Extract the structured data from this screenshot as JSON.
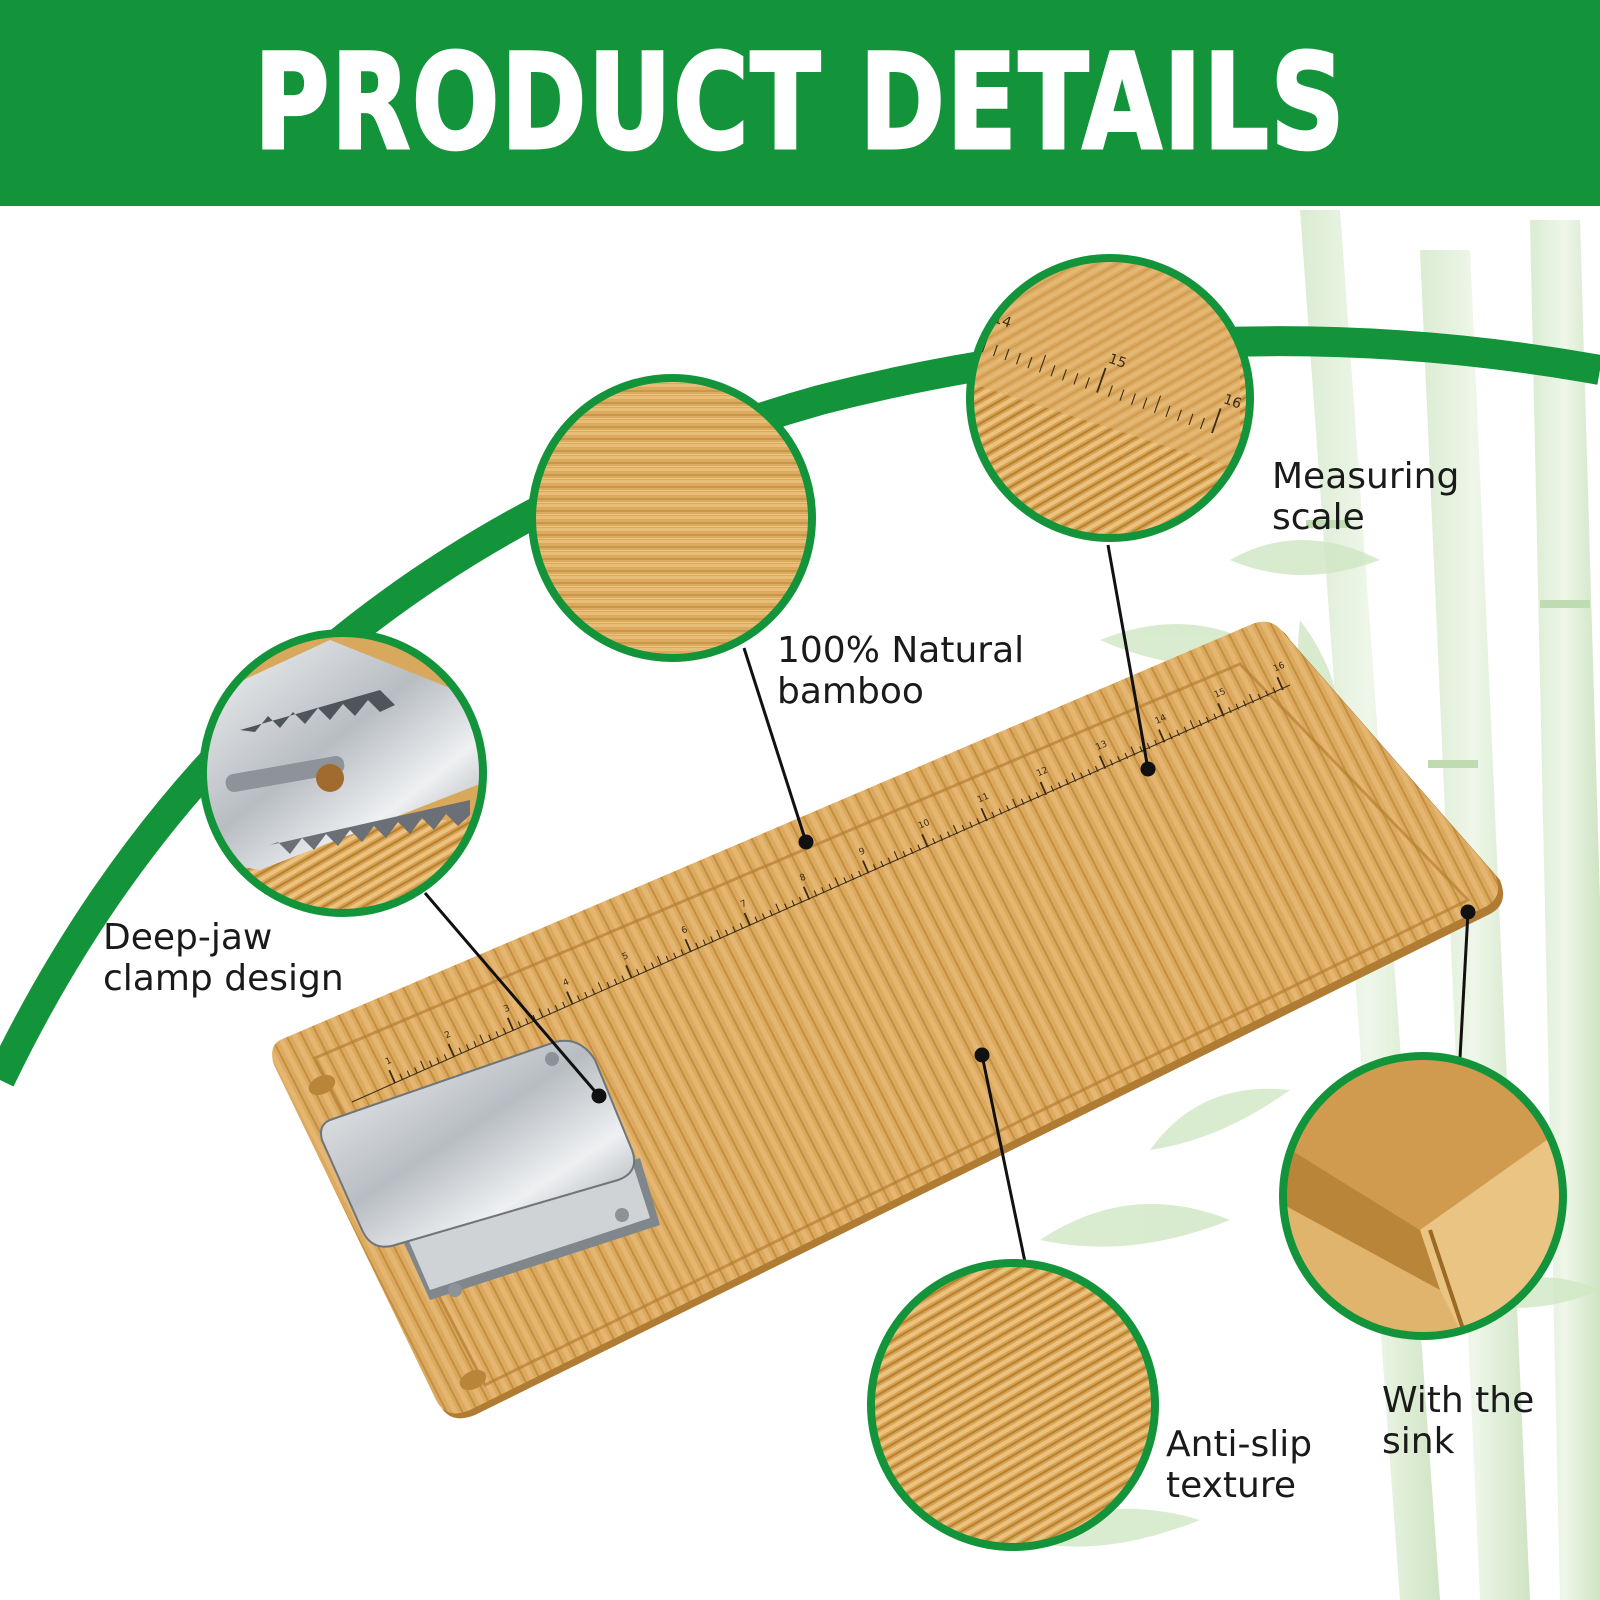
{
  "header": {
    "title": "PRODUCT DETAILS"
  },
  "features": [
    {
      "lines": [
        "100% Natural",
        "bamboo"
      ]
    },
    {
      "lines": [
        "Measuring",
        "scale"
      ]
    },
    {
      "lines": [
        "Deep-jaw",
        "clamp design"
      ]
    },
    {
      "lines": [
        "Anti-slip",
        "texture"
      ]
    },
    {
      "lines": [
        "With the",
        "sink"
      ]
    }
  ],
  "ruler": {
    "board_ticks": [
      "1",
      "2",
      "3",
      "4",
      "5",
      "6",
      "7",
      "8",
      "9",
      "10",
      "11",
      "12",
      "13",
      "14",
      "15",
      "16"
    ],
    "zoom_ticks": [
      "14",
      "15",
      "16"
    ]
  },
  "colors": {
    "brand_green": "#14943a",
    "bamboo": "#d9a75b",
    "bamboo_dark": "#b98639",
    "steel": "#c9cdd1"
  },
  "icons": {
    "leaf": "bamboo-leaf-icon",
    "stalk": "bamboo-stalk-icon"
  }
}
